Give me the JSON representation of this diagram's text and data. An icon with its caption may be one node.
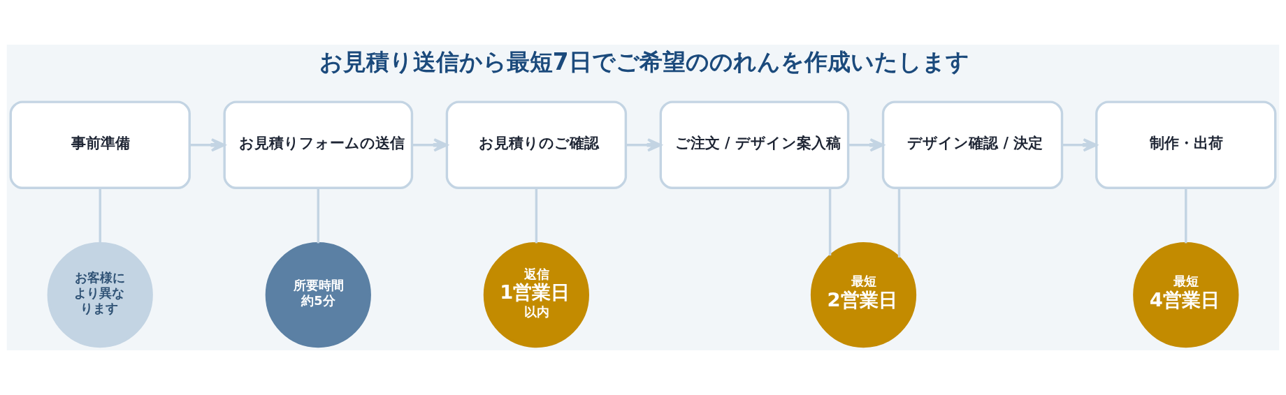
{
  "diagram": {
    "title": "お見積り送信から最短7日でご希望ののれんを作成いたします",
    "nodes": [
      {
        "text": [
          "事前準備"
        ]
      },
      {
        "text": [
          "お見積りフォームの送信"
        ]
      },
      {
        "text": [
          "お見積りのご確認"
        ]
      },
      {
        "text": [
          "ご注文 / デザイン案入稿"
        ]
      },
      {
        "text": [
          "デザイン確認 / 決定"
        ]
      },
      {
        "text": [
          "制作・出荷"
        ]
      },
      {
        "text": [
          "お客様により異なります"
        ]
      },
      {
        "text": [
          "所要時間約5分"
        ]
      },
      {
        "text": [
          "返信",
          "1営業日",
          "以内"
        ]
      },
      {
        "text": [
          "最短",
          "2営業日"
        ]
      },
      {
        "text": [
          "最短",
          "4営業日"
        ]
      }
    ],
    "edges": [
      {
        "from": 0,
        "to": 1,
        "arrow": "to"
      },
      {
        "from": 1,
        "to": 2,
        "arrow": "to"
      },
      {
        "from": 2,
        "to": 3,
        "arrow": "to"
      },
      {
        "from": 3,
        "to": 4,
        "arrow": "to"
      },
      {
        "from": 4,
        "to": 5,
        "arrow": "to"
      },
      {
        "from": 0,
        "to": 6,
        "arrow": "none"
      },
      {
        "from": 1,
        "to": 7,
        "arrow": "none"
      },
      {
        "from": 2,
        "to": 8,
        "arrow": "none"
      },
      {
        "from": 3,
        "to": 9,
        "arrow": "none"
      },
      {
        "from": 4,
        "to": 9,
        "arrow": "none"
      },
      {
        "from": 5,
        "to": 10,
        "arrow": "none"
      }
    ]
  }
}
